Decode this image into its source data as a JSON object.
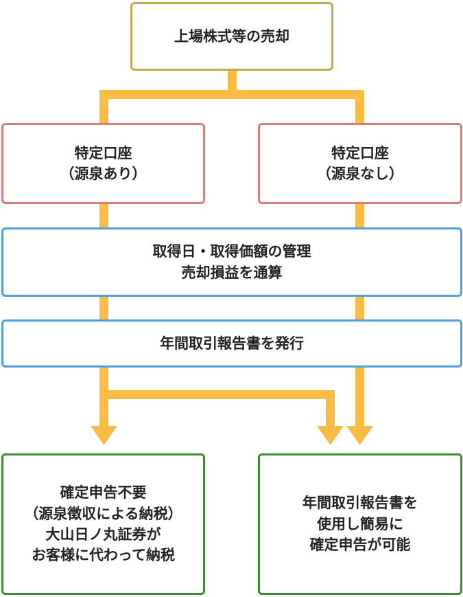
{
  "colors": {
    "connector": "#f9bd45",
    "root_border": "#c9a84c",
    "account_border": "#e07b7b",
    "process_border": "#4a9fdc",
    "result_border": "#3d8c2f"
  },
  "root": {
    "label": "上場株式等の売却"
  },
  "accounts": {
    "with_withholding": {
      "line1": "特定口座",
      "line2": "（源泉あり）"
    },
    "without_withholding": {
      "line1": "特定口座",
      "line2": "（源泉なし）"
    }
  },
  "management": {
    "line1": "取得日・取得価額の管理",
    "line2": "売却損益を通算"
  },
  "annual_report": {
    "label": "年間取引報告書を発行"
  },
  "outcomes": {
    "no_filing": {
      "line1": "確定申告不要",
      "line2": "（源泉徴収による納税）",
      "line3": "大山日ノ丸証券が",
      "line4": "お客様に代わって納税"
    },
    "simple_filing": {
      "line1": "年間取引報告書を",
      "line2": "使用し簡易に",
      "line3": "確定申告が可能"
    }
  }
}
